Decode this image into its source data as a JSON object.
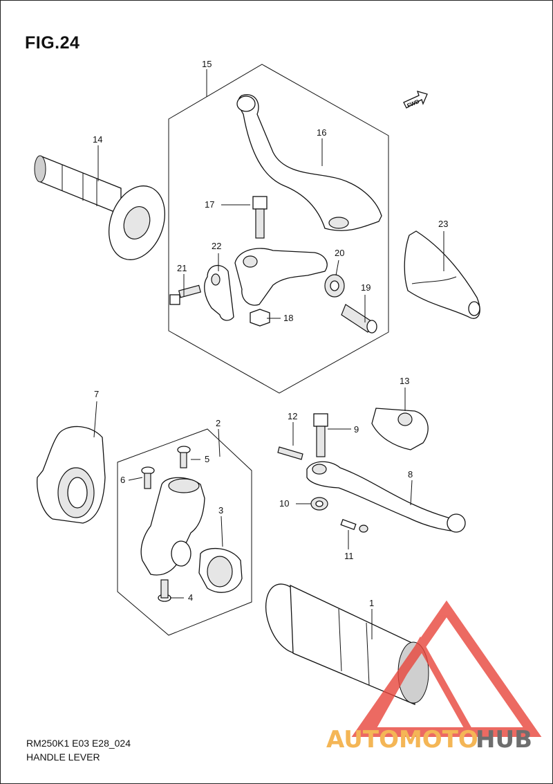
{
  "figure": {
    "title": "FIG.24",
    "code": "RM250K1 E03 E28_024",
    "name": "HANDLE LEVER",
    "fwd_label": "FWD"
  },
  "callouts": {
    "c1": "1",
    "c2": "2",
    "c3": "3",
    "c4": "4",
    "c5": "5",
    "c6": "6",
    "c7": "7",
    "c8": "8",
    "c9": "9",
    "c10": "10",
    "c11": "11",
    "c12": "12",
    "c13": "13",
    "c14": "14",
    "c15": "15",
    "c16": "16",
    "c17": "17",
    "c18": "18",
    "c19": "19",
    "c20": "20",
    "c21": "21",
    "c22": "22",
    "c23": "23"
  },
  "watermark": {
    "part1": "AUTOMOTO",
    "part2": "HUB",
    "color_primary": "#e8463c",
    "color_accent": "#f2a52c",
    "color_dark": "#4a4a4a"
  }
}
